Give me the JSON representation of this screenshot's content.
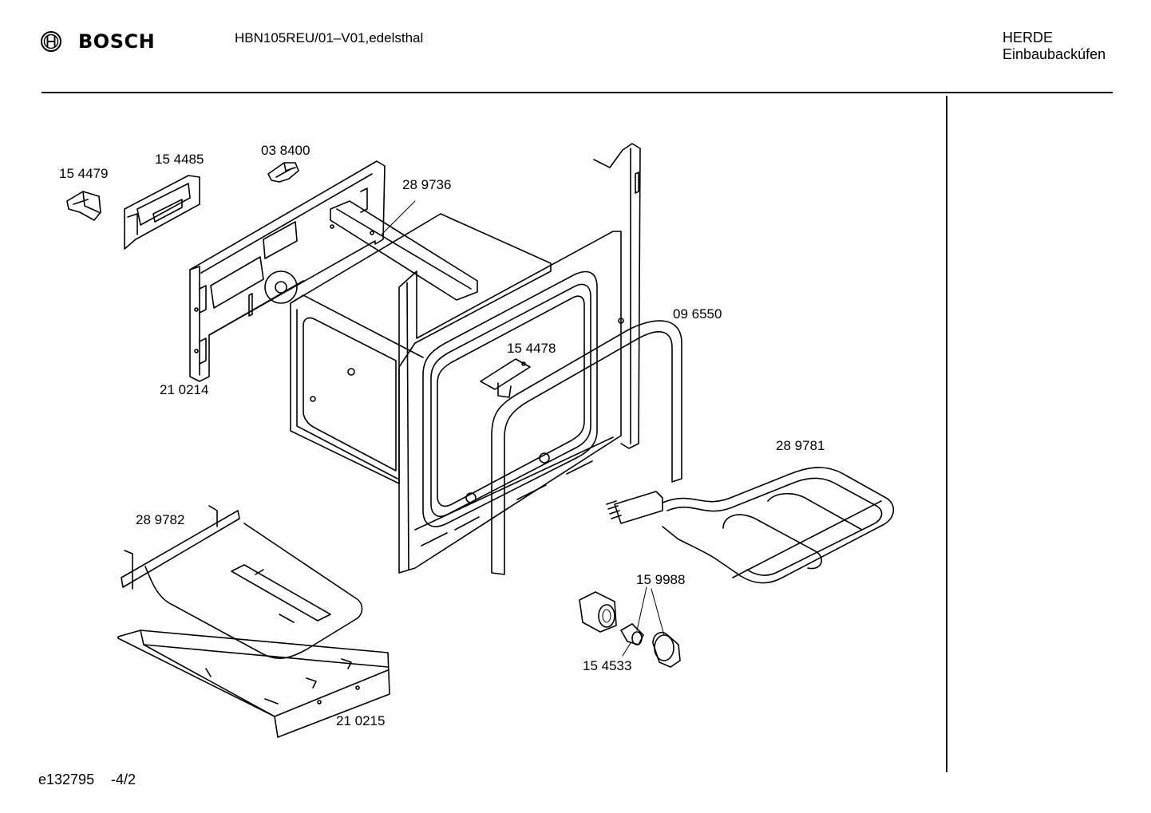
{
  "header": {
    "brand": "BOSCH",
    "model": "HBN105REU/01–V01,edelsthal",
    "category_line1": "HERDE",
    "category_line2": "Einbaubackúfen"
  },
  "parts": {
    "p154479": "15 4479",
    "p154485": "15 4485",
    "p038400": "03 8400",
    "p289736": "28 9736",
    "p210214": "21 0214",
    "p096550": "09 6550",
    "p154478": "15 4478",
    "p289781": "28 9781",
    "p289782": "28 9782",
    "p159988": "15 9988",
    "p154533": "15 4533",
    "p210215": "21 0215"
  },
  "footer": {
    "doc_id": "e132795",
    "page": "-4/2"
  }
}
